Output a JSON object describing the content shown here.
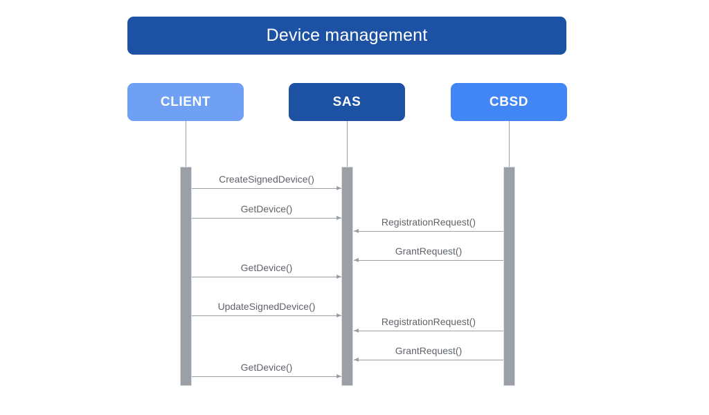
{
  "diagram": {
    "title": "Device management",
    "type": "sequence-diagram",
    "colors": {
      "title_bar": "#1d51a3",
      "client_box": "#6fa0f4",
      "sas_box": "#1d51a3",
      "cbsd_box": "#4285f4",
      "activation_bar": "#9aa0a6",
      "arrow": "#9aa0a6",
      "label_text": "#5f6368",
      "background": "#ffffff"
    },
    "participants": [
      {
        "id": "client",
        "label": "CLIENT"
      },
      {
        "id": "sas",
        "label": "SAS"
      },
      {
        "id": "cbsd",
        "label": "CBSD"
      }
    ],
    "messages": [
      {
        "label": "CreateSignedDevice()",
        "from": "client",
        "to": "sas",
        "direction": "right"
      },
      {
        "label": "GetDevice()",
        "from": "client",
        "to": "sas",
        "direction": "right"
      },
      {
        "label": "RegistrationRequest()",
        "from": "cbsd",
        "to": "sas",
        "direction": "left"
      },
      {
        "label": "GrantRequest()",
        "from": "cbsd",
        "to": "sas",
        "direction": "left"
      },
      {
        "label": "GetDevice()",
        "from": "client",
        "to": "sas",
        "direction": "right"
      },
      {
        "label": "UpdateSignedDevice()",
        "from": "client",
        "to": "sas",
        "direction": "right"
      },
      {
        "label": "RegistrationRequest()",
        "from": "cbsd",
        "to": "sas",
        "direction": "left"
      },
      {
        "label": "GrantRequest()",
        "from": "cbsd",
        "to": "sas",
        "direction": "left"
      },
      {
        "label": "GetDevice()",
        "from": "client",
        "to": "sas",
        "direction": "right"
      }
    ]
  }
}
